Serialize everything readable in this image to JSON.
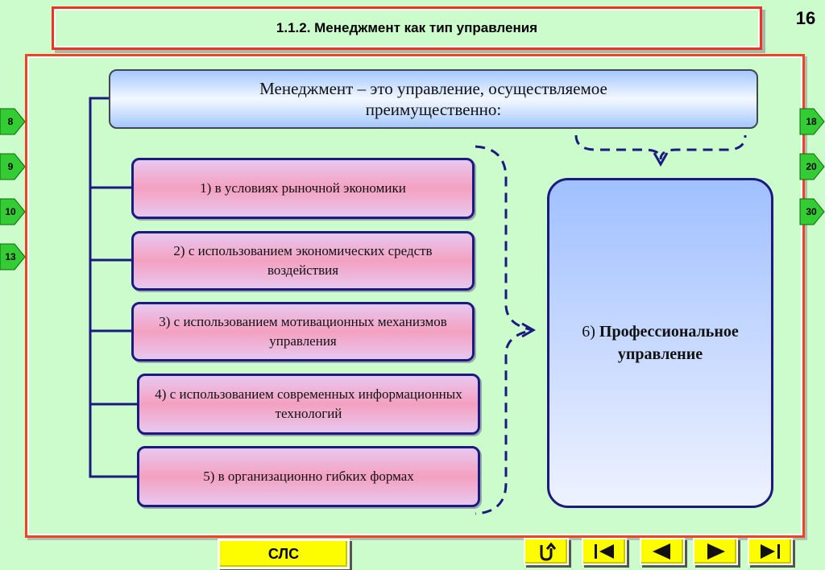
{
  "header": {
    "title": "1.1.2. Менеджмент как тип управления",
    "page_number": "16"
  },
  "definition": {
    "text": "Менеджмент – это управление, осуществляемое преимущественно:"
  },
  "items": [
    {
      "label": "1) в условиях рыночной экономики"
    },
    {
      "label": "2) с использованием экономических средств воздействия"
    },
    {
      "label": "3) с использованием мотивационных механизмов управления"
    },
    {
      "label": "4) с использованием современных информационных технологий"
    },
    {
      "label": "5) в организационно гибких формах"
    }
  ],
  "professional": {
    "number": "6)",
    "label": "Профессиональное управление"
  },
  "nav_left": [
    "8",
    "9",
    "10",
    "13"
  ],
  "nav_right": [
    "18",
    "20",
    "30"
  ],
  "footer": {
    "slc_label": "СЛС",
    "controls": [
      "return-icon",
      "first-slide-icon",
      "previous-icon",
      "next-icon",
      "last-slide-icon"
    ]
  },
  "colors": {
    "background": "#ccfccc",
    "frame": "#ee4422",
    "item_border": "#1a1a80",
    "button": "#fdfd00"
  }
}
